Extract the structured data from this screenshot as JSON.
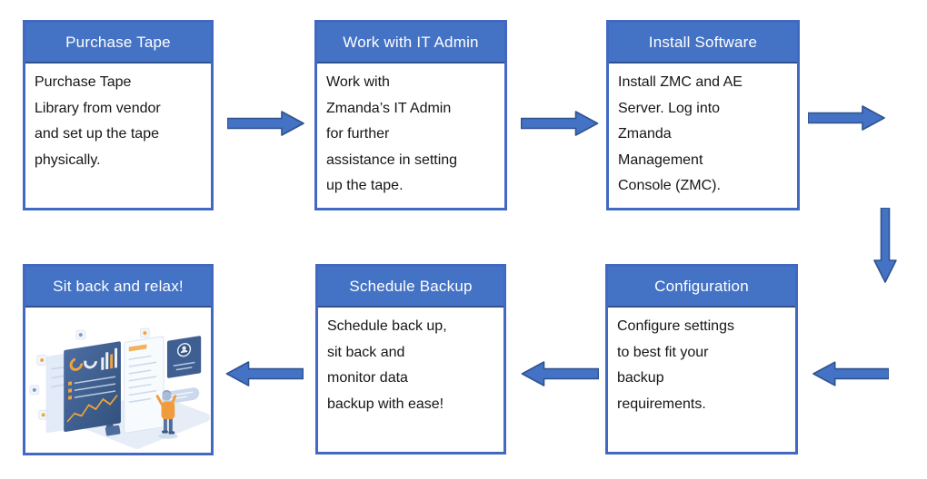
{
  "page": {
    "background": "#FFFFFF"
  },
  "diagram": {
    "type": "flowchart",
    "subject": "Tape backup setup process with Zmanda",
    "colors": {
      "header_fill": "#4472C4",
      "header_text": "#FFFFFF",
      "box_border": "#4169C1",
      "header_divider": "#2F528F",
      "arrow_fill": "#4472C4",
      "arrow_outline": "#2F528F",
      "body_text": "#161616",
      "illustration_accent_orange": "#F09C3D",
      "illustration_panel_blue": "#3F5F93"
    },
    "steps": [
      {
        "title": "Purchase Tape",
        "body": "Purchase Tape\nLibrary from vendor\nand set up the tape\nphysically."
      },
      {
        "title": "Work with IT Admin",
        "body": "Work with\nZmanda’s IT Admin\nfor further\nassistance in setting\nup the tape."
      },
      {
        "title": "Install Software",
        "body": "Install ZMC and AE\nServer. Log into\nZmanda\nManagement\nConsole (ZMC)."
      },
      {
        "title": "Configuration",
        "body": "Configure settings\nto best fit your\nbackup\nrequirements."
      },
      {
        "title": "Schedule Backup",
        "body": "Schedule back up,\nsit back and\nmonitor data\nbackup with ease!"
      },
      {
        "title": "Sit back and relax!",
        "body": "",
        "illustration": "person-viewing-analytics-dashboards"
      }
    ],
    "flow": [
      {
        "from": "Purchase Tape",
        "to": "Work with IT Admin",
        "arrow": "right"
      },
      {
        "from": "Work with IT Admin",
        "to": "Install Software",
        "arrow": "right"
      },
      {
        "from": "Install Software",
        "to": "Configuration",
        "arrow": "right, down, left"
      },
      {
        "from": "Configuration",
        "to": "Schedule Backup",
        "arrow": "left"
      },
      {
        "from": "Schedule Backup",
        "to": "Sit back and relax!",
        "arrow": "left"
      }
    ]
  }
}
